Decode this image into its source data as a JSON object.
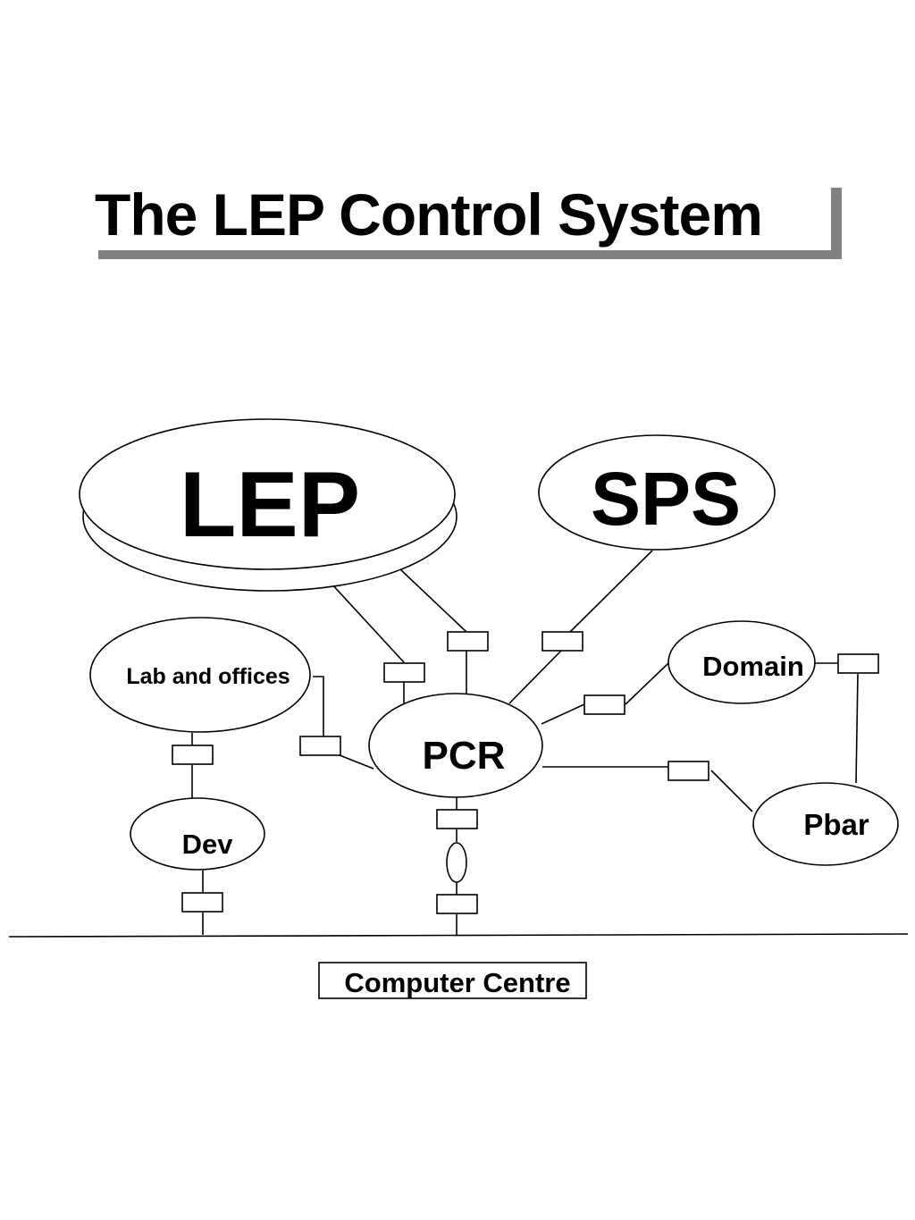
{
  "title": "The LEP Control System",
  "nodes": {
    "lep": "LEP",
    "sps": "SPS",
    "lab": "Lab and offices",
    "domain": "Domain",
    "pcr": "PCR",
    "pbar": "Pbar",
    "dev": "Dev"
  },
  "computer_centre": "Computer Centre",
  "colors": {
    "line": "#000000",
    "shadow": "#808080",
    "background": "#ffffff"
  }
}
